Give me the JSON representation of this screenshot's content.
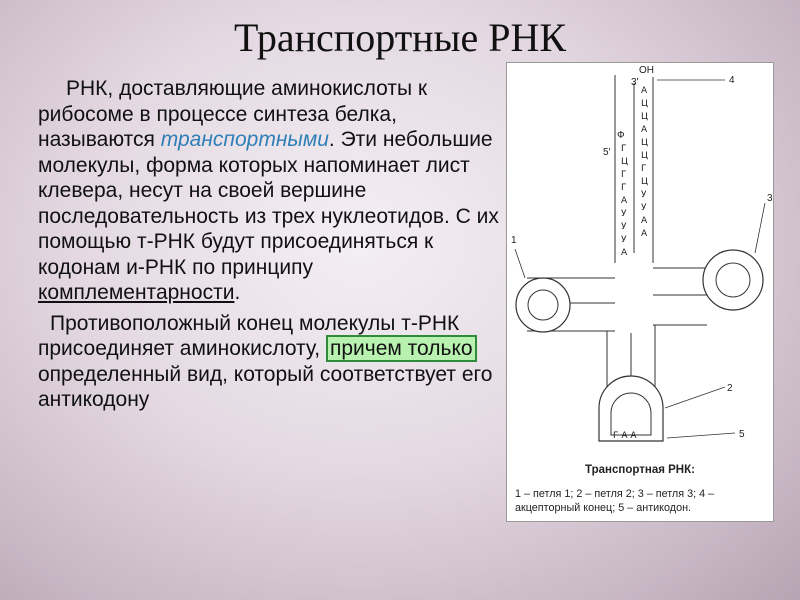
{
  "title": "Транспортные РНК",
  "paragraph1": {
    "part1": "РНК, доставляющие аминокислоты к рибосоме в процессе синтеза белка, называются ",
    "italic": "транспортными",
    "part2": ". Эти небольшие молекулы, форма которых напоминает лист клевера, несут на своей вершине последовательность из трех нуклеотидов. С их помощью т-РНК будут присоединяться к кодонам и-РНК по принципу ",
    "underlined": "комплементарности",
    "end": "."
  },
  "paragraph2": {
    "part1": "Противоположный   конец молекулы т-РНК присоединяет аминокислоту, ",
    "highlighted": "причем только",
    "part2": " определенный вид, который соответствует его антикодону"
  },
  "figure": {
    "title": "Транспортная РНК:",
    "caption": "1 – петля 1; 2 – петля 2; 3 – петля 3; 4 – акцепторный конец; 5 – антикодон.",
    "labels": {
      "oh": "OH",
      "three_prime": "3'",
      "five_prime": "5'",
      "f": "Ф",
      "n1": "1",
      "n2": "2",
      "n3": "3",
      "n4": "4",
      "n5": "5"
    },
    "acceptor_3_strand": "АЦЦАЦЦГЦУУАА",
    "acceptor_5_strand": "ГЦГГАУУУА",
    "anticodon": "ГАА"
  }
}
